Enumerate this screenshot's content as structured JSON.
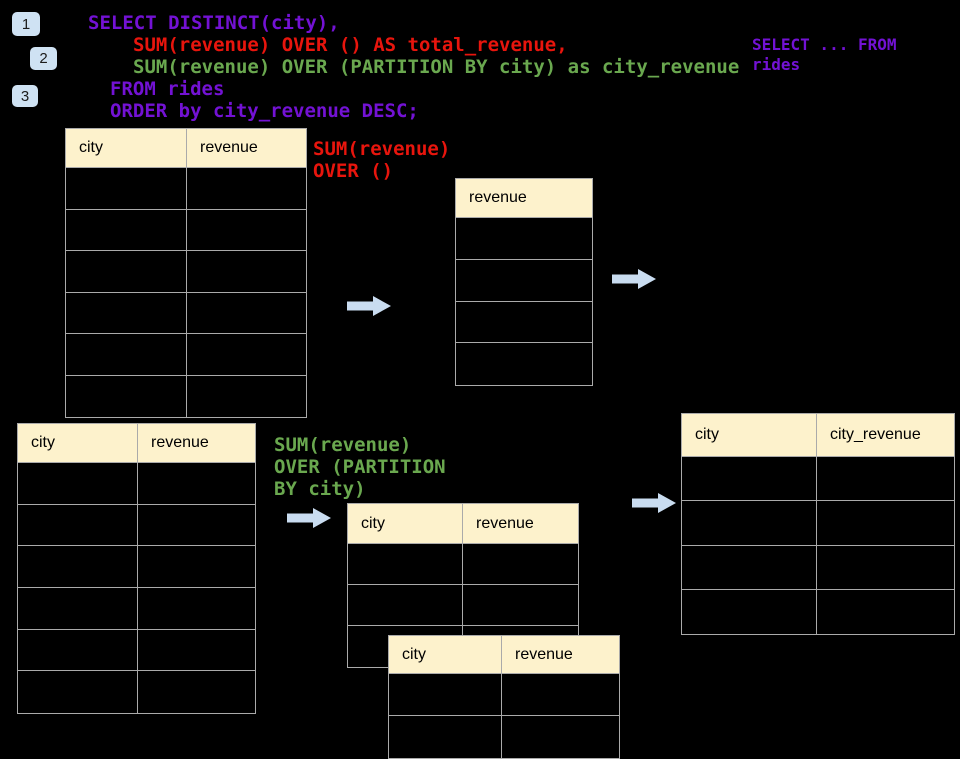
{
  "colors": {
    "background": "#000000",
    "purple": "#7312d4",
    "red": "#e8150d",
    "green": "#6aa84f",
    "table_header_bg": "#fdf2cc",
    "table_border": "#aaaaaa",
    "cell_bg": "#000000",
    "arrow_fill": "#c9dcf0",
    "badge_bg": "#cfe2f3",
    "badge_text": "#1b1b1b",
    "header_text": "#000000"
  },
  "step_badges": [
    {
      "label": "1"
    },
    {
      "label": "2"
    },
    {
      "label": "3"
    }
  ],
  "sql_code": {
    "line1": "SELECT DISTINCT(city),",
    "line2": "SUM(revenue) OVER () AS total_revenue,",
    "line3": "SUM(revenue) OVER (PARTITION BY city) as city_revenue",
    "line4": "FROM rides",
    "line5": "ORDER by city_revenue DESC;"
  },
  "side_note": "SELECT ... FROM\nrides",
  "annotations": {
    "total_revenue_label": "SUM(revenue)\nOVER ()",
    "partition_label": "SUM(revenue)\nOVER (PARTITION\nBY city)"
  },
  "tables": {
    "source_top": {
      "headers": [
        "city",
        "revenue"
      ],
      "body_rows": 6
    },
    "total_result": {
      "headers": [
        "revenue"
      ],
      "body_rows": 4
    },
    "source_bottom": {
      "headers": [
        "city",
        "revenue"
      ],
      "body_rows": 6
    },
    "partition_mid": {
      "headers": [
        "city",
        "revenue"
      ],
      "body_rows": 3
    },
    "partition_overlay": {
      "headers": [
        "city",
        "revenue"
      ],
      "body_rows": 2
    },
    "final_result": {
      "headers": [
        "city",
        "city_revenue"
      ],
      "body_rows": 4
    }
  }
}
